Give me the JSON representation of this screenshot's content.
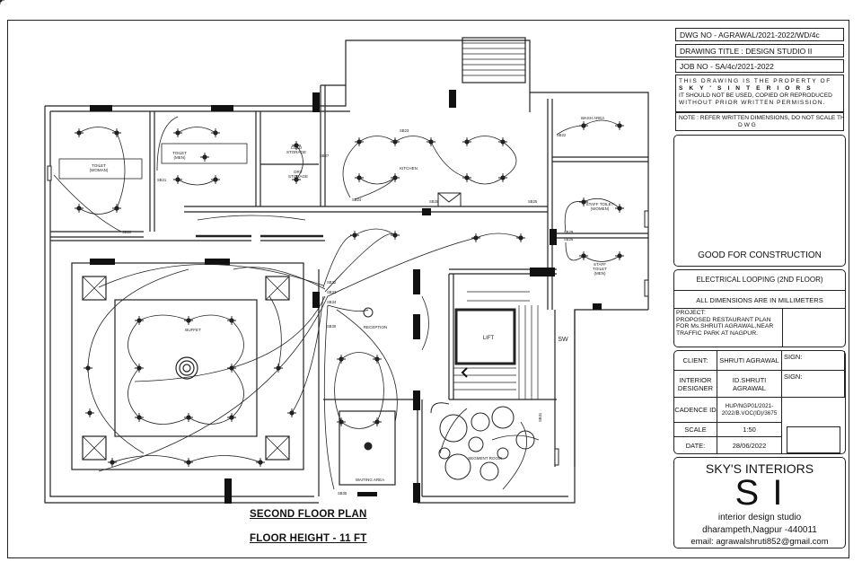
{
  "title_block": {
    "dwg_no": "DWG NO - AGRAWAL/2021-2022/WD/4c",
    "drawing_title": "DRAWING TITLE :  DESIGN STUDIO II",
    "job_no": "JOB NO - SA/4c/2021-2022",
    "property_line1": "THIS DRAWING IS THE PROPERTY OF",
    "property_line2": "S K Y ' S   I N T E R I O R S",
    "property_line3": "IT SHOULD NOT BE USED, COPIED OR REPRODUCED",
    "property_line4": "WITHOUT PRIOR WRITTEN PERMISSION.",
    "note": "NOTE : REFER WRITTEN DIMENSIONS, DO NOT SCALE THE",
    "note_cont": "D          W          G",
    "good_for_construction": "GOOD FOR CONSTRUCTION",
    "sheet_name": "ELECTRICAL LOOPING (2ND FLOOR)",
    "dimensions_note": "ALL DIMENSIONS ARE IN MILLIMETERS",
    "project": "PROJECT:\nPROPOSED RESTAURANT PLAN\nFOR Ms.SHRUTI AGRAWAL,NEAR\nTRAFFIC PARK AT NAGPUR.",
    "client_label": "CLIENT:",
    "client_value": "SHRUTI AGRAWAL",
    "sign_label_1": "SIGN:",
    "designer_label": "INTERIOR DESIGNER",
    "designer_value": "ID.SHRUTI AGRAWAL",
    "sign_label_2": "SIGN:",
    "cadence_label": "CADENCE ID",
    "cadence_value": "HUP/NGP01/2021-2022/B.VOC(ID)/3675",
    "scale_label": "SCALE",
    "scale_value": "1:50",
    "date_label": "DATE:",
    "date_value": "28/06/2022",
    "firm_name": "SKY'S INTERIORS",
    "firm_logo": "S I",
    "firm_tagline": "interior design studio",
    "firm_address": "dharampeth,Nagpur -440011",
    "firm_email": "email: agrawalshruti852@gmail.com"
  },
  "plan": {
    "title": "SECOND FLOOR PLAN",
    "floor_height": "FLOOR HEIGHT - 11 FT",
    "rooms": {
      "toilet_women": "TOILET\n(WOMAN)",
      "toilet_men": "TOILET\n(MEN)",
      "cold_storage": "COLD\nSTORAGE",
      "dry_storage": "DRY\nSTORAGE",
      "kitchen": "KITCHEN",
      "wash_area": "WASH AREA",
      "staff_toilet_women": "STAFF TOILET\n(WOMEN)",
      "staff_toilet_men": "STAFF\nTOILET\n(MEN)",
      "buffet": "BUFFET",
      "reception": "RECEPTION",
      "lift": "LIFT",
      "sw": "SW",
      "waiting_area": "WAITING AREA",
      "segment_room": "SEGMENT ROOM"
    },
    "switch_boards": [
      "SB20",
      "SB21",
      "SB22",
      "SB23",
      "SB24",
      "SB25",
      "SB26",
      "SB27",
      "SB28",
      "SB29",
      "SB30",
      "SB31",
      "SB32",
      "SB33",
      "SB34",
      "SB35"
    ]
  }
}
